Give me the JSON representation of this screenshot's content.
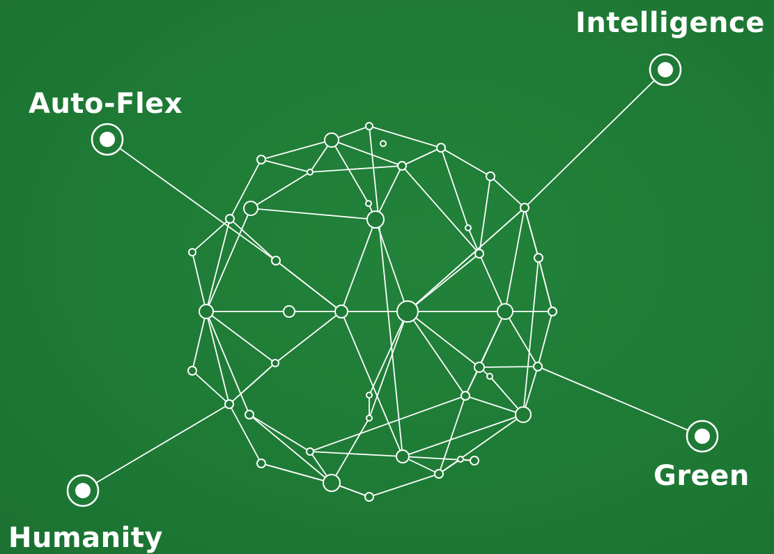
{
  "labels": {
    "intelligence": "Intelligence",
    "auto_flex": "Auto-Flex",
    "green": "Green",
    "humanity": "Humanity"
  },
  "colors": {
    "background": "#1f7a36",
    "line": "#ffffff"
  }
}
